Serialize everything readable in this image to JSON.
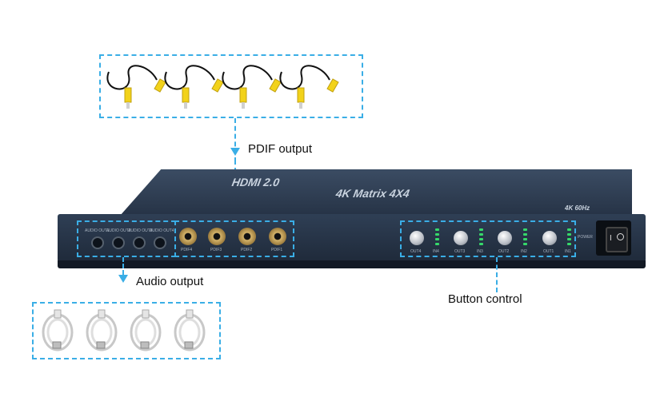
{
  "callouts": {
    "spdif": "PDIF output",
    "audio": "Audio output",
    "button": "Button control"
  },
  "device": {
    "model_top": "HDMI 2.0",
    "model_bottom": "4K Matrix 4X4",
    "badge": "4K 60Hz",
    "audio_ports": [
      "AUDIO OUT1",
      "AUDIO OUT2",
      "AUDIO OUT3",
      "AUDIO OUT4"
    ],
    "spdif_ports": [
      "PDIF4",
      "PDIF3",
      "PDIF2",
      "PDIF1"
    ],
    "buttons": [
      "OUT4",
      "OUT3",
      "OUT2",
      "OUT1"
    ],
    "led_groups": [
      "IN4",
      "IN3",
      "IN2",
      "IN1"
    ],
    "power_label": "POWER"
  },
  "colors": {
    "callout_dash": "#3aaee6",
    "rca_cable_plug": "#f2d21a",
    "chassis": "#243246",
    "led": "#36d86a"
  }
}
